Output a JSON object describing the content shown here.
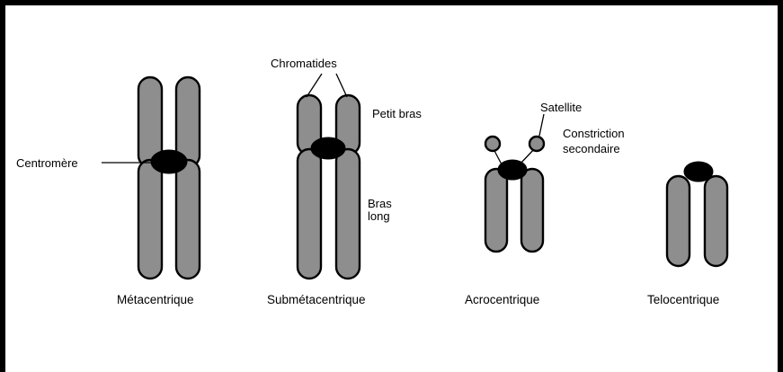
{
  "labels": {
    "centromere": "Centromère",
    "chromatides": "Chromatides",
    "petit_bras": "Petit bras",
    "bras_long": "Bras",
    "bras_long_2": "long",
    "satellite": "Satellite",
    "constriction": "Constriction",
    "constriction_2": "secondaire"
  },
  "types": [
    "Métacentrique",
    "Submétacentrique",
    "Acrocentrique",
    "Telocentrique"
  ]
}
